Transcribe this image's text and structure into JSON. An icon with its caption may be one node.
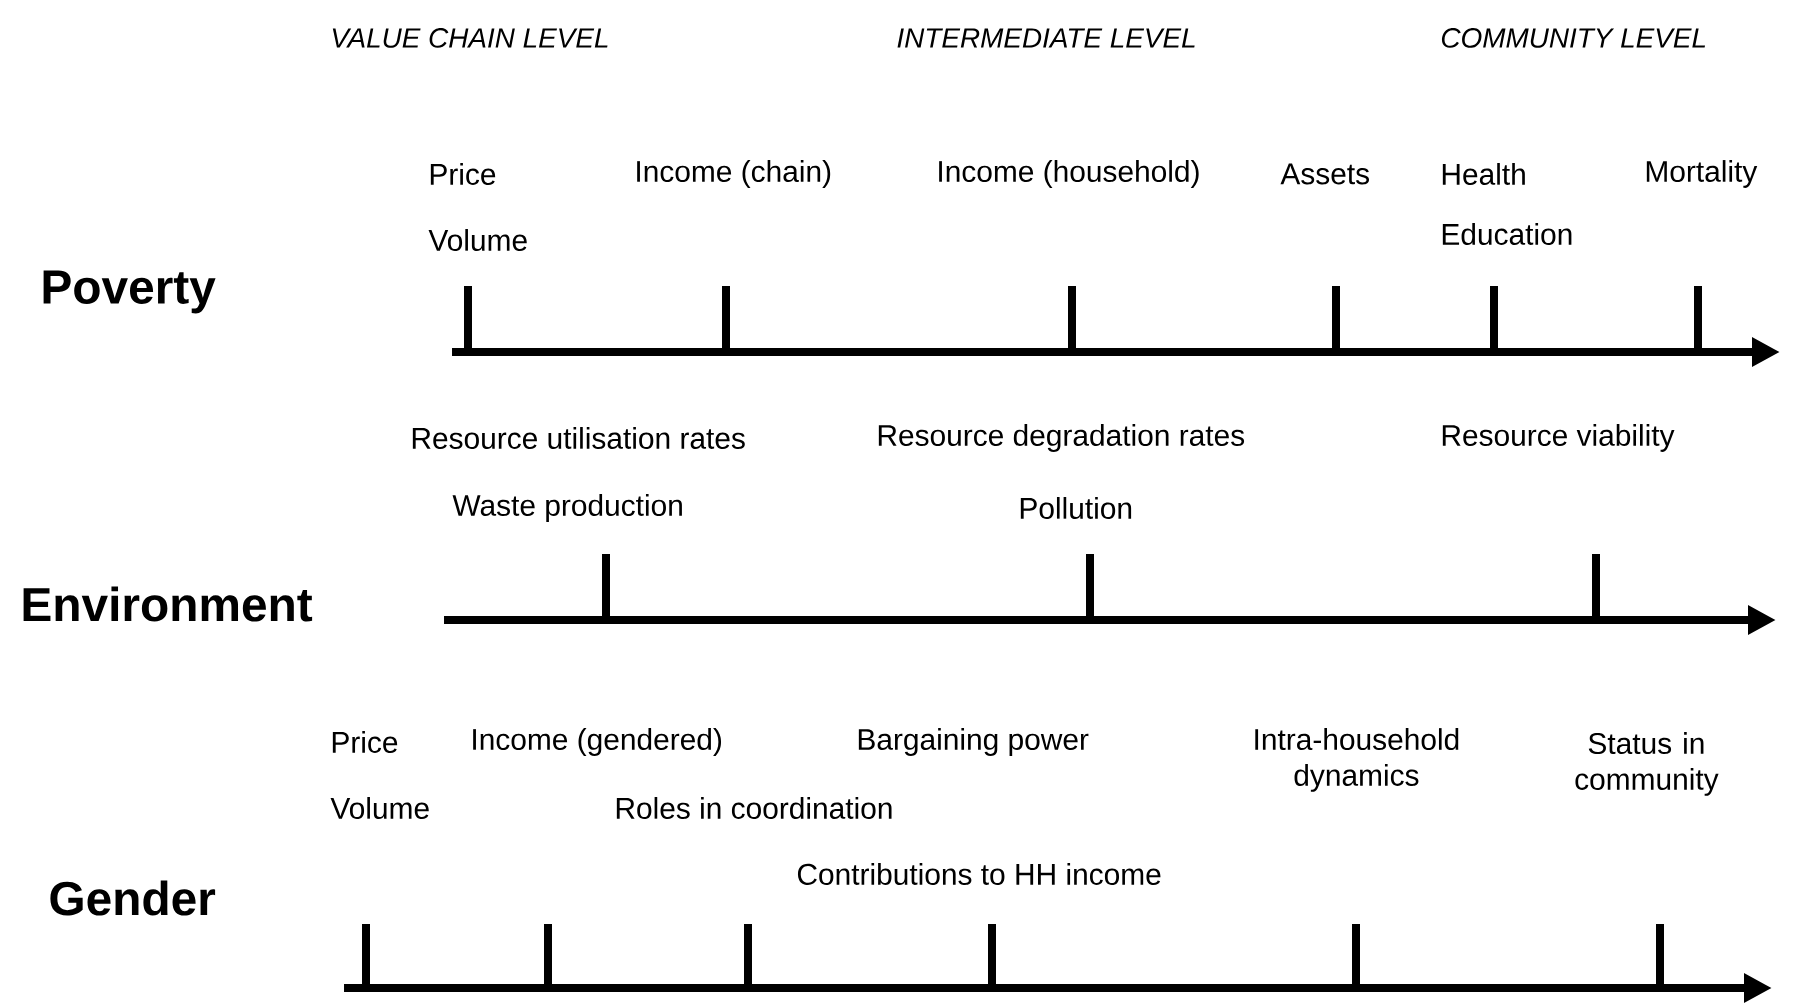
{
  "diagram": {
    "labels": [
      "VALUE CHAIN LEVEL",
      "INTERMEDIATE LEVEL",
      "COMMUNITY LEVEL",
      "Price",
      "Income (chain)",
      "Income (household)",
      "Assets",
      "Health",
      "Mortality",
      "Volume",
      "Education",
      "Poverty",
      "Resource utilisation rates",
      "Resource degradation rates",
      "Resource viability",
      "Waste production",
      "Pollution",
      "Environment",
      "Price",
      "Income (gendered)",
      "Bargaining power",
      "Intra-household dynamics",
      "Status in community",
      "Volume",
      "Roles in coordination",
      "Contributions to HH income",
      "Gender"
    ]
  }
}
